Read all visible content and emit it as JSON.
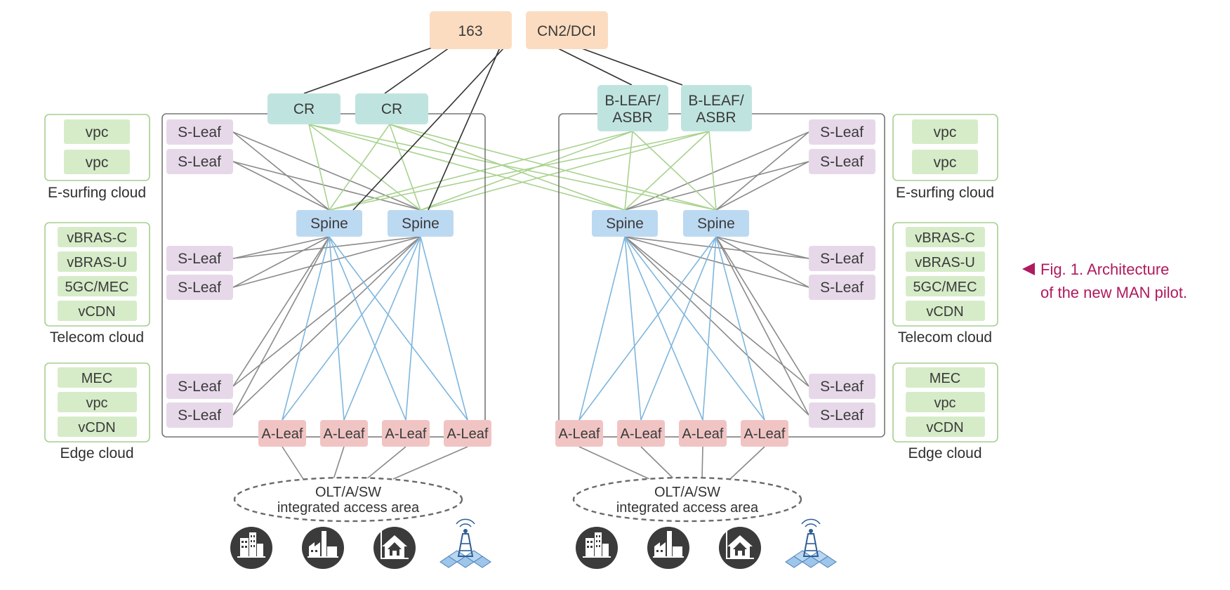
{
  "nodes": {
    "internet": "163",
    "cn2": "CN2/DCI",
    "cr": "CR",
    "bleaf_line1": "B-LEAF/",
    "bleaf_line2": "ASBR",
    "spine": "Spine",
    "sleaf": "S-Leaf",
    "aleaf": "A-Leaf"
  },
  "clouds": {
    "esurfing": {
      "label": "E-surfing cloud",
      "items": [
        "vpc",
        "vpc"
      ]
    },
    "telecom": {
      "label": "Telecom cloud",
      "items": [
        "vBRAS-C",
        "vBRAS-U",
        "5GC/MEC",
        "vCDN"
      ]
    },
    "edge": {
      "label": "Edge cloud",
      "items": [
        "MEC",
        "vpc",
        "vCDN"
      ]
    }
  },
  "access_area": {
    "line1": "OLT/A/SW",
    "line2": "integrated access area"
  },
  "caption": {
    "line1": "Fig. 1. Architecture",
    "line2": "of the new MAN pilot."
  },
  "icons": [
    "office-building-icon",
    "factory-icon",
    "home-icon",
    "cell-tower-icon"
  ],
  "colors": {
    "peer": "#fcdcc0",
    "cr": "#bfe4e0",
    "spine": "#bcd9f2",
    "sleaf": "#e6d8e9",
    "aleaf": "#f1c4c4",
    "cloud_item": "#d6ecc8",
    "cloud_border": "#a6cf90",
    "caption": "#b01a5e",
    "link_gray": "#8a8a8a",
    "link_green": "#a9d28f",
    "link_blue": "#7fb6dd"
  }
}
